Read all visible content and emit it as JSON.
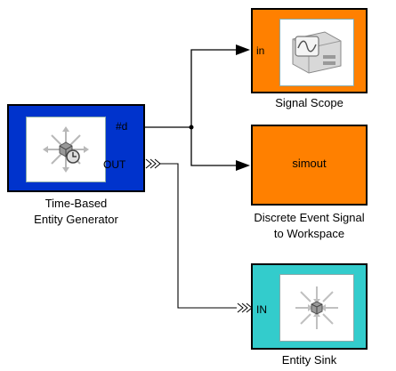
{
  "blocks": {
    "generator": {
      "caption_line1": "Time-Based",
      "caption_line2": "Entity Generator",
      "port_signal": "#d",
      "port_out": "OUT",
      "icon": "entity-generator-icon",
      "color": "#0033cc"
    },
    "scope": {
      "caption": "Signal Scope",
      "port_in": "in",
      "icon": "scope-icon",
      "color": "#ff8000"
    },
    "workspace": {
      "label": "simout",
      "caption_line1": "Discrete Event Signal",
      "caption_line2": "to Workspace",
      "color": "#ff8000"
    },
    "sink": {
      "caption": "Entity Sink",
      "port_in": "IN",
      "icon": "entity-sink-icon",
      "color": "#33cccc"
    }
  },
  "connections": [
    {
      "from": "Time-Based Entity Generator #d",
      "to": "Signal Scope in"
    },
    {
      "from": "Time-Based Entity Generator #d",
      "to": "Discrete Event Signal to Workspace"
    },
    {
      "from": "Time-Based Entity Generator OUT",
      "to": "Entity Sink IN"
    }
  ]
}
